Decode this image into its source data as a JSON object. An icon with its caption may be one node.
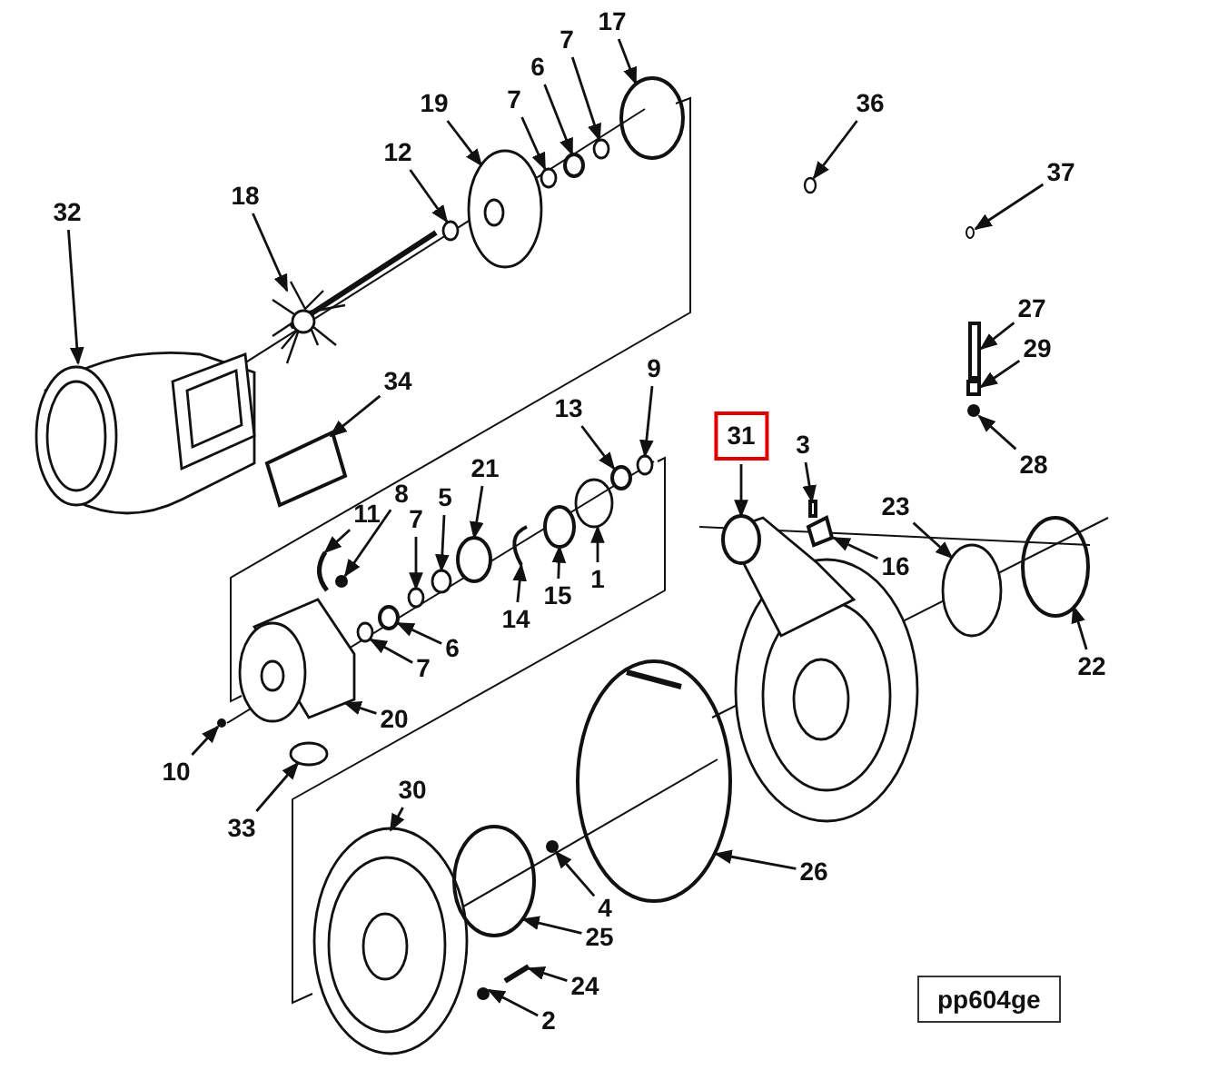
{
  "diagram": {
    "nodes": [
      {
        "text": [
          "17"
        ]
      },
      {
        "text": [
          "7"
        ]
      },
      {
        "text": [
          "6"
        ]
      },
      {
        "text": [
          "7"
        ]
      },
      {
        "text": [
          "19"
        ]
      },
      {
        "text": [
          "12"
        ]
      },
      {
        "text": [
          "18"
        ]
      },
      {
        "text": [
          "32"
        ]
      },
      {
        "text": [
          "34"
        ]
      },
      {
        "text": [
          "36"
        ]
      },
      {
        "text": [
          "37"
        ]
      },
      {
        "text": [
          "27"
        ]
      },
      {
        "text": [
          "29"
        ]
      },
      {
        "text": [
          "28"
        ]
      },
      {
        "text": [
          "31"
        ]
      },
      {
        "text": [
          "3"
        ]
      },
      {
        "text": [
          "16"
        ]
      },
      {
        "text": [
          "23"
        ]
      },
      {
        "text": [
          "22"
        ]
      },
      {
        "text": [
          "13"
        ]
      },
      {
        "text": [
          "9"
        ]
      },
      {
        "text": [
          "21"
        ]
      },
      {
        "text": [
          "11"
        ]
      },
      {
        "text": [
          "8"
        ]
      },
      {
        "text": [
          "7"
        ]
      },
      {
        "text": [
          "5"
        ]
      },
      {
        "text": [
          "14"
        ]
      },
      {
        "text": [
          "15"
        ]
      },
      {
        "text": [
          "1"
        ]
      },
      {
        "text": [
          "6"
        ]
      },
      {
        "text": [
          "7"
        ]
      },
      {
        "text": [
          "20"
        ]
      },
      {
        "text": [
          "10"
        ]
      },
      {
        "text": [
          "33"
        ]
      },
      {
        "text": [
          "30"
        ]
      },
      {
        "text": [
          "26"
        ]
      },
      {
        "text": [
          "4"
        ]
      },
      {
        "text": [
          "25"
        ]
      },
      {
        "text": [
          "24"
        ]
      },
      {
        "text": [
          "2"
        ]
      },
      {
        "text": [],
        "shape": "circle"
      },
      {
        "text": [],
        "shape": "circle"
      },
      {
        "text": [],
        "shape": "circle"
      },
      {
        "text": [],
        "shape": "circle"
      },
      {
        "text": [],
        "shape": "picture"
      },
      {
        "text": [],
        "shape": "circle"
      },
      {
        "text": [],
        "shape": "picture"
      },
      {
        "text": [],
        "shape": "picture"
      },
      {
        "text": [],
        "shape": "box"
      },
      {
        "text": [],
        "shape": "circle"
      },
      {
        "text": [],
        "shape": "circle"
      },
      {
        "text": [],
        "shape": "box"
      },
      {
        "text": [],
        "shape": "box"
      },
      {
        "text": [],
        "shape": "circle"
      },
      {
        "text": [],
        "shape": "picture"
      },
      {
        "text": [],
        "shape": "box"
      },
      {
        "text": [],
        "shape": "box"
      },
      {
        "text": [],
        "shape": "circle"
      },
      {
        "text": [],
        "shape": "circle"
      },
      {
        "text": [],
        "shape": "circle"
      },
      {
        "text": [],
        "shape": "circle"
      },
      {
        "text": [],
        "shape": "circle"
      },
      {
        "text": [],
        "shape": "picture"
      },
      {
        "text": [],
        "shape": "circle"
      },
      {
        "text": [],
        "shape": "circle"
      },
      {
        "text": [],
        "shape": "circle"
      },
      {
        "text": [],
        "shape": "picture"
      },
      {
        "text": [],
        "shape": "circle"
      },
      {
        "text": [],
        "shape": "circle"
      },
      {
        "text": [],
        "shape": "circle"
      },
      {
        "text": [],
        "shape": "circle"
      },
      {
        "text": [],
        "shape": "picture"
      },
      {
        "text": [],
        "shape": "circle"
      },
      {
        "text": [],
        "shape": "circle"
      },
      {
        "text": [],
        "shape": "picture"
      },
      {
        "text": [],
        "shape": "picture"
      },
      {
        "text": [],
        "shape": "circle"
      },
      {
        "text": [],
        "shape": "circle"
      },
      {
        "text": [],
        "shape": "picture"
      },
      {
        "text": [],
        "shape": "circle"
      }
    ],
    "edges": [
      {
        "from": 0,
        "to": 40,
        "arrow": "to"
      },
      {
        "from": 1,
        "to": 41,
        "arrow": "to"
      },
      {
        "from": 2,
        "to": 42,
        "arrow": "to"
      },
      {
        "from": 3,
        "to": 43,
        "arrow": "to"
      },
      {
        "from": 4,
        "to": 44,
        "arrow": "to"
      },
      {
        "from": 5,
        "to": 45,
        "arrow": "to"
      },
      {
        "from": 6,
        "to": 46,
        "arrow": "to"
      },
      {
        "from": 7,
        "to": 47,
        "arrow": "to"
      },
      {
        "from": 8,
        "to": 48,
        "arrow": "to"
      },
      {
        "from": 9,
        "to": 49,
        "arrow": "to"
      },
      {
        "from": 10,
        "to": 50,
        "arrow": "to"
      },
      {
        "from": 11,
        "to": 51,
        "arrow": "to"
      },
      {
        "from": 12,
        "to": 52,
        "arrow": "to"
      },
      {
        "from": 13,
        "to": 53,
        "arrow": "to"
      },
      {
        "from": 14,
        "to": 54,
        "arrow": "to"
      },
      {
        "from": 15,
        "to": 55,
        "arrow": "to"
      },
      {
        "from": 16,
        "to": 56,
        "arrow": "to"
      },
      {
        "from": 17,
        "to": 57,
        "arrow": "to"
      },
      {
        "from": 18,
        "to": 58,
        "arrow": "to"
      },
      {
        "from": 19,
        "to": 59,
        "arrow": "to"
      },
      {
        "from": 20,
        "to": 60,
        "arrow": "to"
      },
      {
        "from": 21,
        "to": 61,
        "arrow": "to"
      },
      {
        "from": 22,
        "to": 62,
        "arrow": "to"
      },
      {
        "from": 23,
        "to": 63,
        "arrow": "to"
      },
      {
        "from": 24,
        "to": 64,
        "arrow": "to"
      },
      {
        "from": 25,
        "to": 65,
        "arrow": "to"
      },
      {
        "from": 26,
        "to": 66,
        "arrow": "to"
      },
      {
        "from": 27,
        "to": 67,
        "arrow": "to"
      },
      {
        "from": 28,
        "to": 68,
        "arrow": "to"
      },
      {
        "from": 29,
        "to": 69,
        "arrow": "to"
      },
      {
        "from": 30,
        "to": 70,
        "arrow": "to"
      },
      {
        "from": 31,
        "to": 71,
        "arrow": "to"
      },
      {
        "from": 32,
        "to": 72,
        "arrow": "to"
      },
      {
        "from": 33,
        "to": 73,
        "arrow": "to"
      },
      {
        "from": 34,
        "to": 74,
        "arrow": "to"
      },
      {
        "from": 35,
        "to": 75,
        "arrow": "to"
      },
      {
        "from": 36,
        "to": 76,
        "arrow": "to"
      },
      {
        "from": 37,
        "to": 77,
        "arrow": "to"
      },
      {
        "from": 38,
        "to": 78,
        "arrow": "to"
      },
      {
        "from": 39,
        "to": 79,
        "arrow": "to"
      }
    ],
    "labels": [
      "pp604ge"
    ]
  }
}
